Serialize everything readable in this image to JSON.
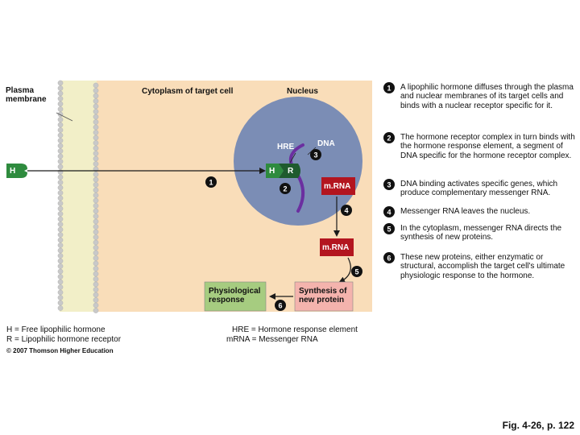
{
  "labels": {
    "plasma_membrane": "Plasma\nmembrane",
    "cytoplasm": "Cytoplasm of target cell",
    "nucleus": "Nucleus",
    "hre": "HRE",
    "dna": "DNA",
    "h": "H",
    "r": "R",
    "mrna_nucleus": "m.RNA",
    "mrna_cytoplasm": "m.RNA",
    "physiological_response": "Physiological\nresponse",
    "synthesis": "Synthesis of\nnew protein"
  },
  "diagram_markers": [
    "1",
    "2",
    "3",
    "4",
    "5",
    "6"
  ],
  "steps": [
    {
      "number": "1",
      "text": "A lipophilic hormone diffuses through the plasma and nuclear membranes of its target cells and binds with a nuclear receptor specific for it."
    },
    {
      "number": "2",
      "text": "The hormone receptor complex in turn binds with the hormone response element, a segment of DNA specific for the hormone receptor complex."
    },
    {
      "number": "3",
      "text": "DNA binding activates specific genes, which produce complementary messenger RNA."
    },
    {
      "number": "4",
      "text": "Messenger RNA leaves the nucleus."
    },
    {
      "number": "5",
      "text": "In the cytoplasm, messenger RNA directs the synthesis of new proteins."
    },
    {
      "number": "6",
      "text": "These new proteins, either enzymatic or structural, accomplish the target cell's ultimate physiologic response to the hormone."
    }
  ],
  "key": {
    "h": "H = Free lipophilic hormone",
    "r": "R = Lipophilic hormone receptor",
    "hre": "HRE = Hormone response element",
    "mrna": "mRNA = Messenger RNA"
  },
  "copyright": "© 2007 Thomson Higher Education",
  "caption": "Fig. 4-26, p. 122",
  "colors": {
    "cytoplasm": "#f9ddb9",
    "nucleus": "#7b8db5",
    "membrane": "#f2efc8",
    "hormone": "#2e8b3e",
    "receptor": "#1f5b2e",
    "dna": "#6b2fa0",
    "mrna_box": "#b3151f",
    "response_box": "#a6cc80",
    "synthesis_box": "#f4b3ad"
  }
}
